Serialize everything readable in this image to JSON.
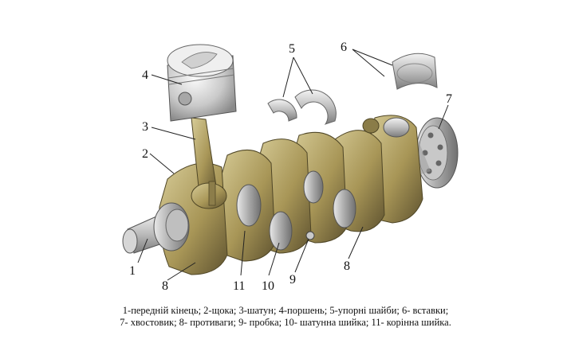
{
  "callouts": {
    "c1": "1",
    "c2": "2",
    "c3": "3",
    "c4": "4",
    "c5": "5",
    "c6": "6",
    "c7": "7",
    "c8a": "8",
    "c8b": "8",
    "c9": "9",
    "c10": "10",
    "c11": "11"
  },
  "caption": {
    "line1": "1-передній кінець; 2-щока; 3-шатун; 4-поршень; 5-упорні шайби; 6- вставки;",
    "line2": "7- хвостовик; 8- противаги; 9- пробка; 10- шатунна шийка; 11- корінна шийка."
  },
  "colors": {
    "metal_light": "#d9d9d9",
    "metal_dark": "#8f8f8f",
    "counterweight": "#b3a56e",
    "counterweight_dark": "#6e6238"
  }
}
